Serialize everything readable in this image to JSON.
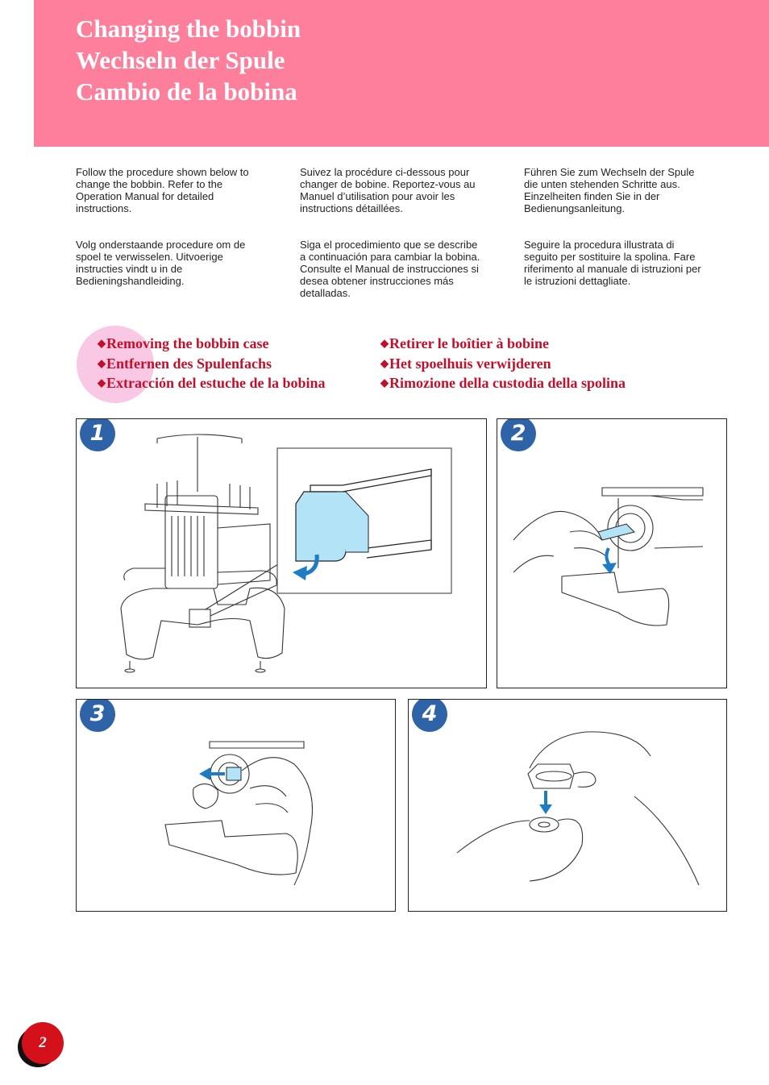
{
  "header": {
    "titles": [
      "Changing the bobbin",
      "Wechseln der Spule",
      "Cambio de la bobina"
    ],
    "background_color": "#fe7f9c"
  },
  "intro": [
    [
      "Follow the procedure shown below to",
      "change the bobbin. Refer to the",
      "Operation Manual for detailed",
      "instructions."
    ],
    [
      "Suivez la procédure ci-dessous pour",
      "changer de bobine. Reportez-vous au",
      "Manuel d’utilisation pour avoir les",
      "instructions détaillées."
    ],
    [
      "Führen Sie zum Wechseln der Spule",
      "die unten stehenden Schritte aus.",
      "Einzelheiten finden Sie in der",
      "Bedienungsanleitung."
    ],
    [
      "Volg onderstaande procedure om de",
      "spoel te verwisselen. Uitvoerige",
      "instructies vindt u in de",
      "Bedieningshandleiding."
    ],
    [
      "Siga el procedimiento que se describe",
      "a continuación para cambiar la bobina.",
      "Consulte el Manual de instrucciones si",
      "desea obtener instrucciones más",
      "detalladas."
    ],
    [
      "Seguire la procedura illustrata di",
      "seguito per sostituire la spolina. Fare",
      "riferimento al manuale di istruzioni per",
      "le istruzioni dettagliate."
    ]
  ],
  "section": {
    "left": [
      "Removing the bobbin case",
      "Entfernen des Spulenfachs",
      "Extracción del estuche de la bobina"
    ],
    "right": [
      "Retirer le boîtier à bobine",
      "Het spoelhuis verwijderen",
      "Rimozione della custodia della spolina"
    ],
    "bullet": "◆",
    "color": "#c0102b"
  },
  "steps": [
    "1",
    "2",
    "3",
    "4"
  ],
  "page_number": "2",
  "icons": {
    "step_badge": "step-number-badge-icon",
    "arrow": "rotate-arrow-icon"
  }
}
